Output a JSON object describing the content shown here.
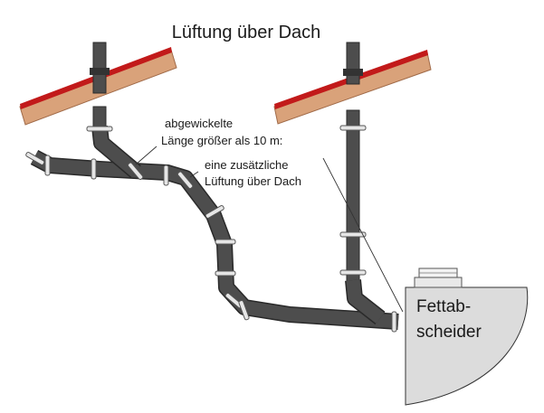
{
  "title": "Lüftung über Dach",
  "annotation": {
    "line1": "abgewickelte",
    "line2": "Länge größer als 10 m:",
    "line3": "eine zusätzliche",
    "line4": "Lüftung über Dach"
  },
  "separator": {
    "line1": "Fettab-",
    "line2": "scheider"
  },
  "colors": {
    "pipe": "#4d4d4d",
    "pipe_edge": "#2a2a2a",
    "coupling": "#e6e6e6",
    "roof_tile": "#d9a27a",
    "roof_edge": "#c21a1a",
    "separator": "#dcdcdc"
  }
}
